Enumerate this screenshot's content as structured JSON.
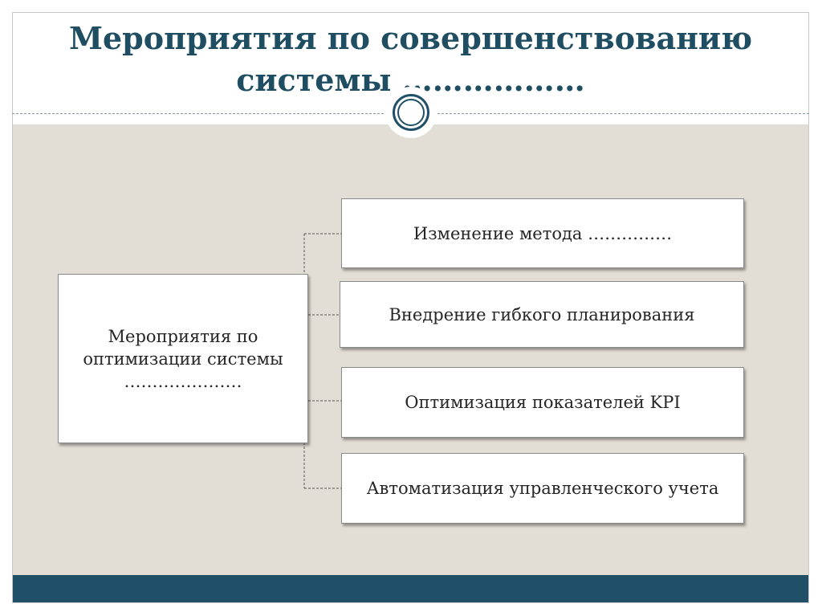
{
  "slide": {
    "title_line1": "Мероприятия по совершенствованию",
    "title_line2": "системы ………………"
  },
  "diagram": {
    "root": {
      "line1": "Мероприятия по",
      "line2": "оптимизации системы",
      "line3": "…………………"
    },
    "items": [
      {
        "label": "Изменение метода ……………"
      },
      {
        "label": "Внедрение гибкого планирования"
      },
      {
        "label": "Оптимизация показателей KPI"
      },
      {
        "label": "Автоматизация управленческого учета"
      }
    ]
  },
  "colors": {
    "title": "#1f4e63",
    "accent": "#1f5068",
    "panel": "#e3ded5"
  }
}
